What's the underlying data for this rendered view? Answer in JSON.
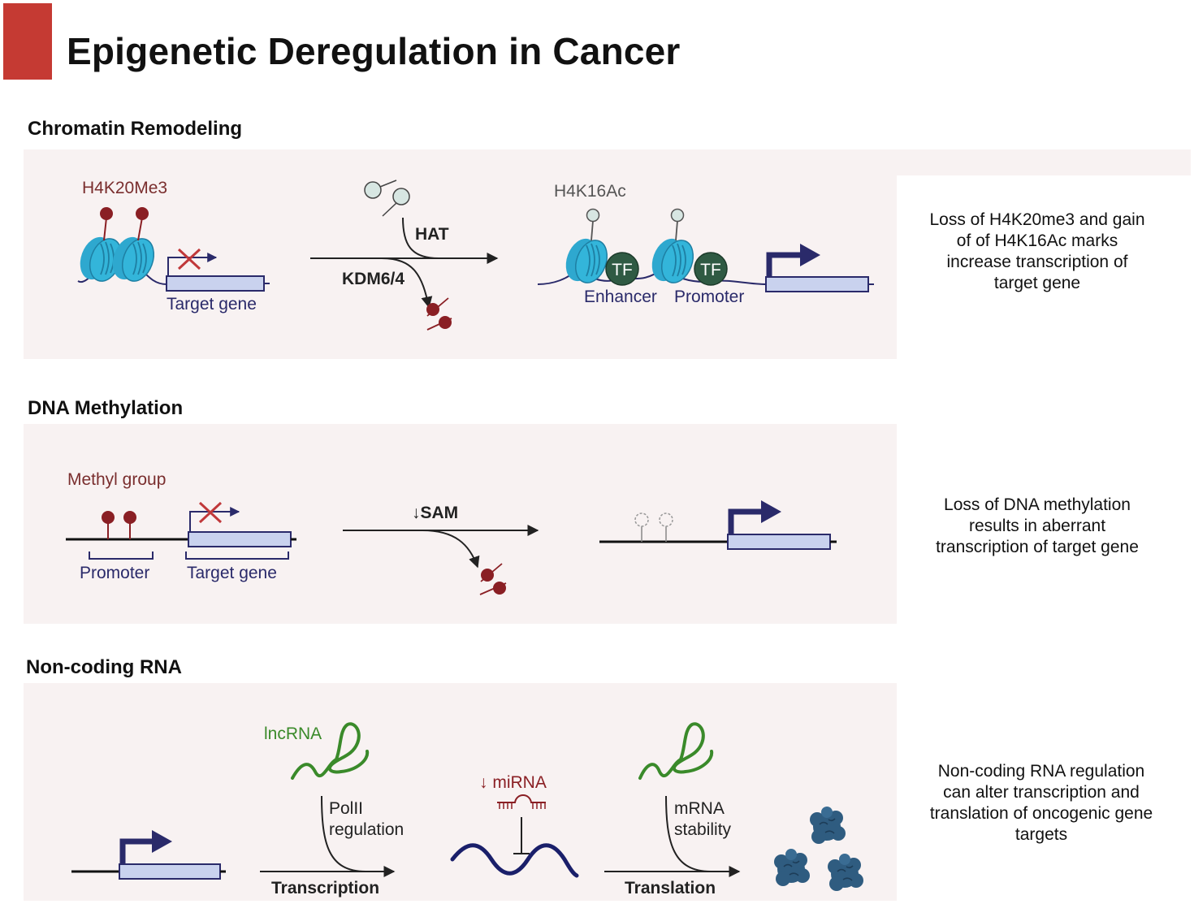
{
  "title": "Epigenetic Deregulation in Cancer",
  "colors": {
    "accent": "#c53a33",
    "panel_bg": "#f8f2f2",
    "nucleosome": "#2ea8cf",
    "tf": "#2f5a43",
    "gene_box": "#c9d2ee",
    "navy": "#2a2a6a",
    "methyl": "#8a1f24",
    "rna_green": "#3a8a2a",
    "mirna_red": "#8a1f24"
  },
  "sections": {
    "chromatin": {
      "title": "Chromatin Remodeling",
      "mark_before": "H4K20Me3",
      "mark_after": "H4K16Ac",
      "target_gene": "Target gene",
      "hat": "HAT",
      "kdm": "KDM6/4",
      "tf": "TF",
      "enhancer": "Enhancer",
      "promoter": "Promoter",
      "description": [
        "Loss of H4K20me3 and gain",
        "of of H4K16Ac marks",
        "increase transcription of",
        "target gene"
      ]
    },
    "dna_methylation": {
      "title": "DNA Methylation",
      "methyl_group": "Methyl group",
      "promoter": "Promoter",
      "target_gene": "Target gene",
      "sam": "↓SAM",
      "description": [
        "Loss of DNA methylation",
        "results in aberrant",
        "transcription of target gene"
      ]
    },
    "ncrna": {
      "title": "Non-coding RNA",
      "lncrna": "lncRNA",
      "polii_line1": "PolII",
      "polii_line2": "regulation",
      "mirna": "↓ miRNA",
      "mrna_line1": "mRNA",
      "mrna_line2": "stability",
      "transcription": "Transcription",
      "translation": "Translation",
      "description": [
        "Non-coding RNA regulation",
        "can alter transcription and",
        "translation of oncogenic gene",
        "targets"
      ]
    }
  }
}
